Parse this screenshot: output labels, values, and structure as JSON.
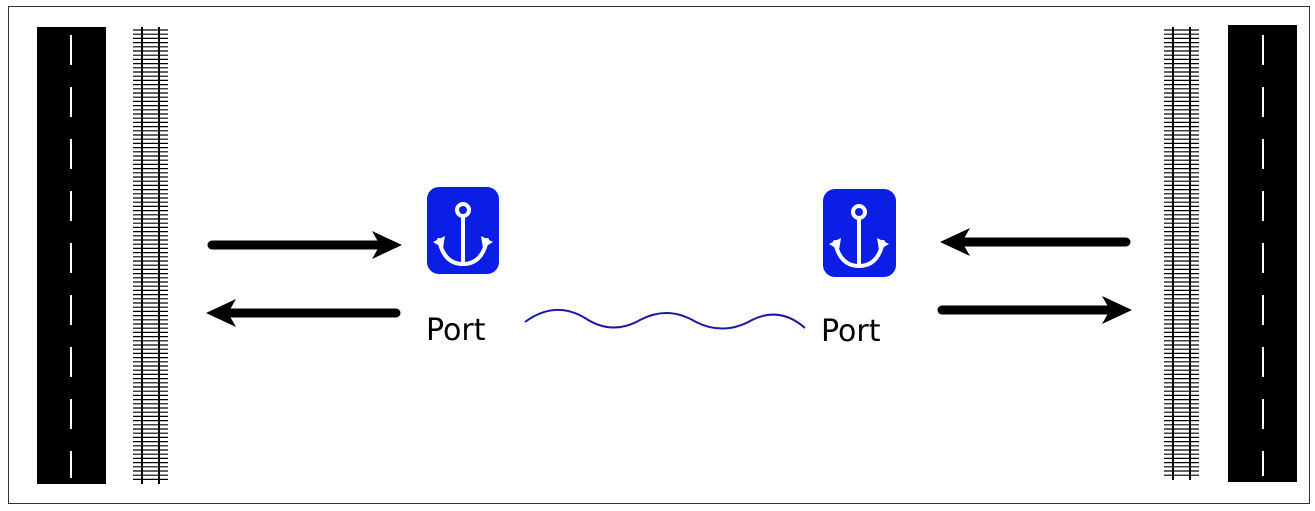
{
  "ports": {
    "left": {
      "label": "Port",
      "icon": "anchor-icon"
    },
    "right": {
      "label": "Port",
      "icon": "anchor-icon"
    }
  },
  "colors": {
    "road": "#000000",
    "road_dash": "#ffffff",
    "rail": "#000000",
    "anchor_badge": "#0a1ee6",
    "anchor_glyph": "#ffffff",
    "arrow": "#000000",
    "waterway": "#1a1aa0",
    "frame_border": "#333333"
  },
  "elements": {
    "left_road": "road",
    "left_railway": "railway",
    "right_railway": "railway",
    "right_road": "road",
    "waterway": "waterway"
  }
}
